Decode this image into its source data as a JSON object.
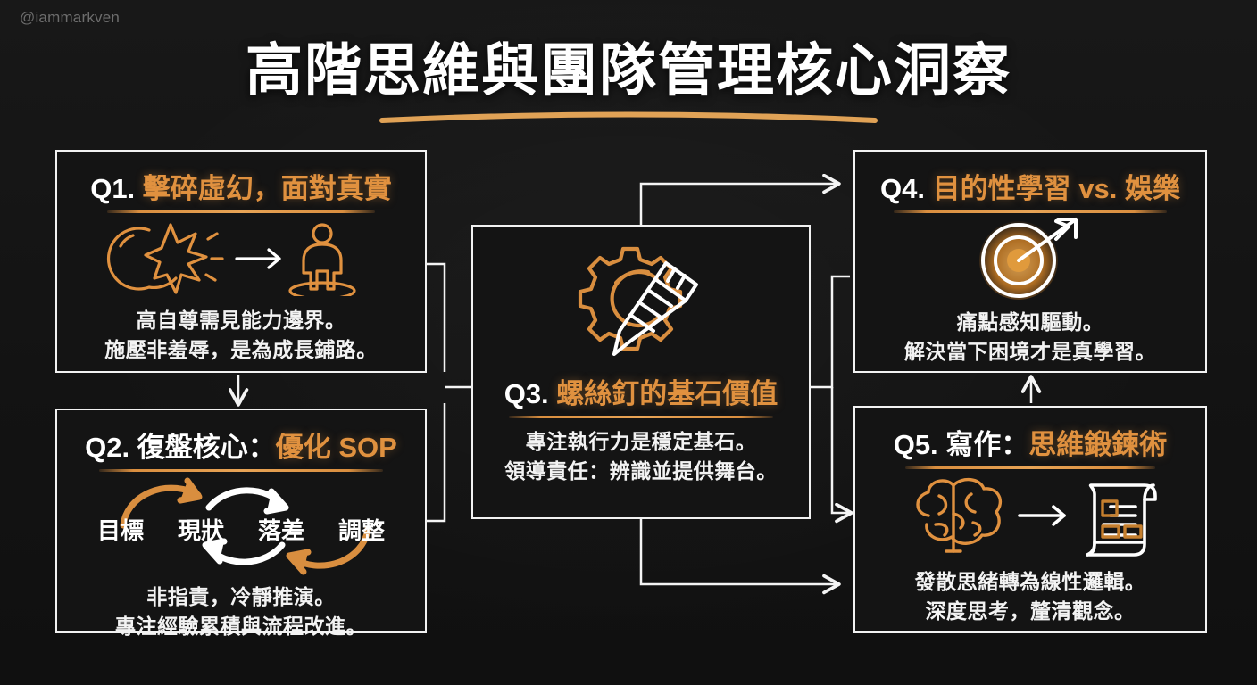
{
  "meta": {
    "watermark": "@iammarkven",
    "bg_color": "#161616",
    "accent_color": "#e0913f",
    "text_color": "#ffffff",
    "border_color": "#f2f2f2"
  },
  "header": {
    "title": "高階思維與團隊管理核心洞察"
  },
  "cards": [
    {
      "id": "q1",
      "label": "Q1.",
      "title": "擊碎虛幻，面對真實",
      "icon": "bursting-bubble-to-person-icon",
      "body_line1": "高自尊需見能力邊界。",
      "body_line2": "施壓非羞辱，是為成長鋪路。"
    },
    {
      "id": "q2",
      "label": "Q2.",
      "title_plain": "復盤核心：",
      "title": "優化 SOP",
      "icon": "feedback-cycle-icon",
      "cycle_steps": [
        "目標",
        "現狀",
        "落差",
        "調整"
      ],
      "body_line1": "非指責，冷靜推演。",
      "body_line2": "專注經驗累積與流程改進。"
    },
    {
      "id": "q3",
      "label": "Q3.",
      "title": "螺絲釘的基石價值",
      "icon": "gear-and-screw-icon",
      "body_line1": "專注執行力是穩定基石。",
      "body_line2": "領導責任：辨識並提供舞台。"
    },
    {
      "id": "q4",
      "label": "Q4.",
      "title": "目的性學習 vs. 娛樂",
      "icon": "target-bullseye-arrow-icon",
      "body_line1": "痛點感知驅動。",
      "body_line2": "解決當下困境才是真學習。"
    },
    {
      "id": "q5",
      "label": "Q5.",
      "title_plain": "寫作：",
      "title": "思維鍛鍊術",
      "icon": "brain-to-document-icon",
      "body_line1": "發散思緒轉為線性邏輯。",
      "body_line2": "深度思考，釐清觀念。"
    }
  ],
  "connectors": [
    {
      "name": "q1-to-q2",
      "from": "q1",
      "to": "q2",
      "direction": "down"
    },
    {
      "name": "q1-q2-to-q3",
      "from": "q1-q2-group",
      "to": "q3",
      "direction": "right"
    },
    {
      "name": "q3-to-q4",
      "from": "q3",
      "to": "q4",
      "direction": "right"
    },
    {
      "name": "q3-to-q5",
      "from": "q3",
      "to": "q5",
      "direction": "right"
    },
    {
      "name": "q5-to-q4",
      "from": "q5",
      "to": "q4",
      "direction": "up"
    }
  ]
}
